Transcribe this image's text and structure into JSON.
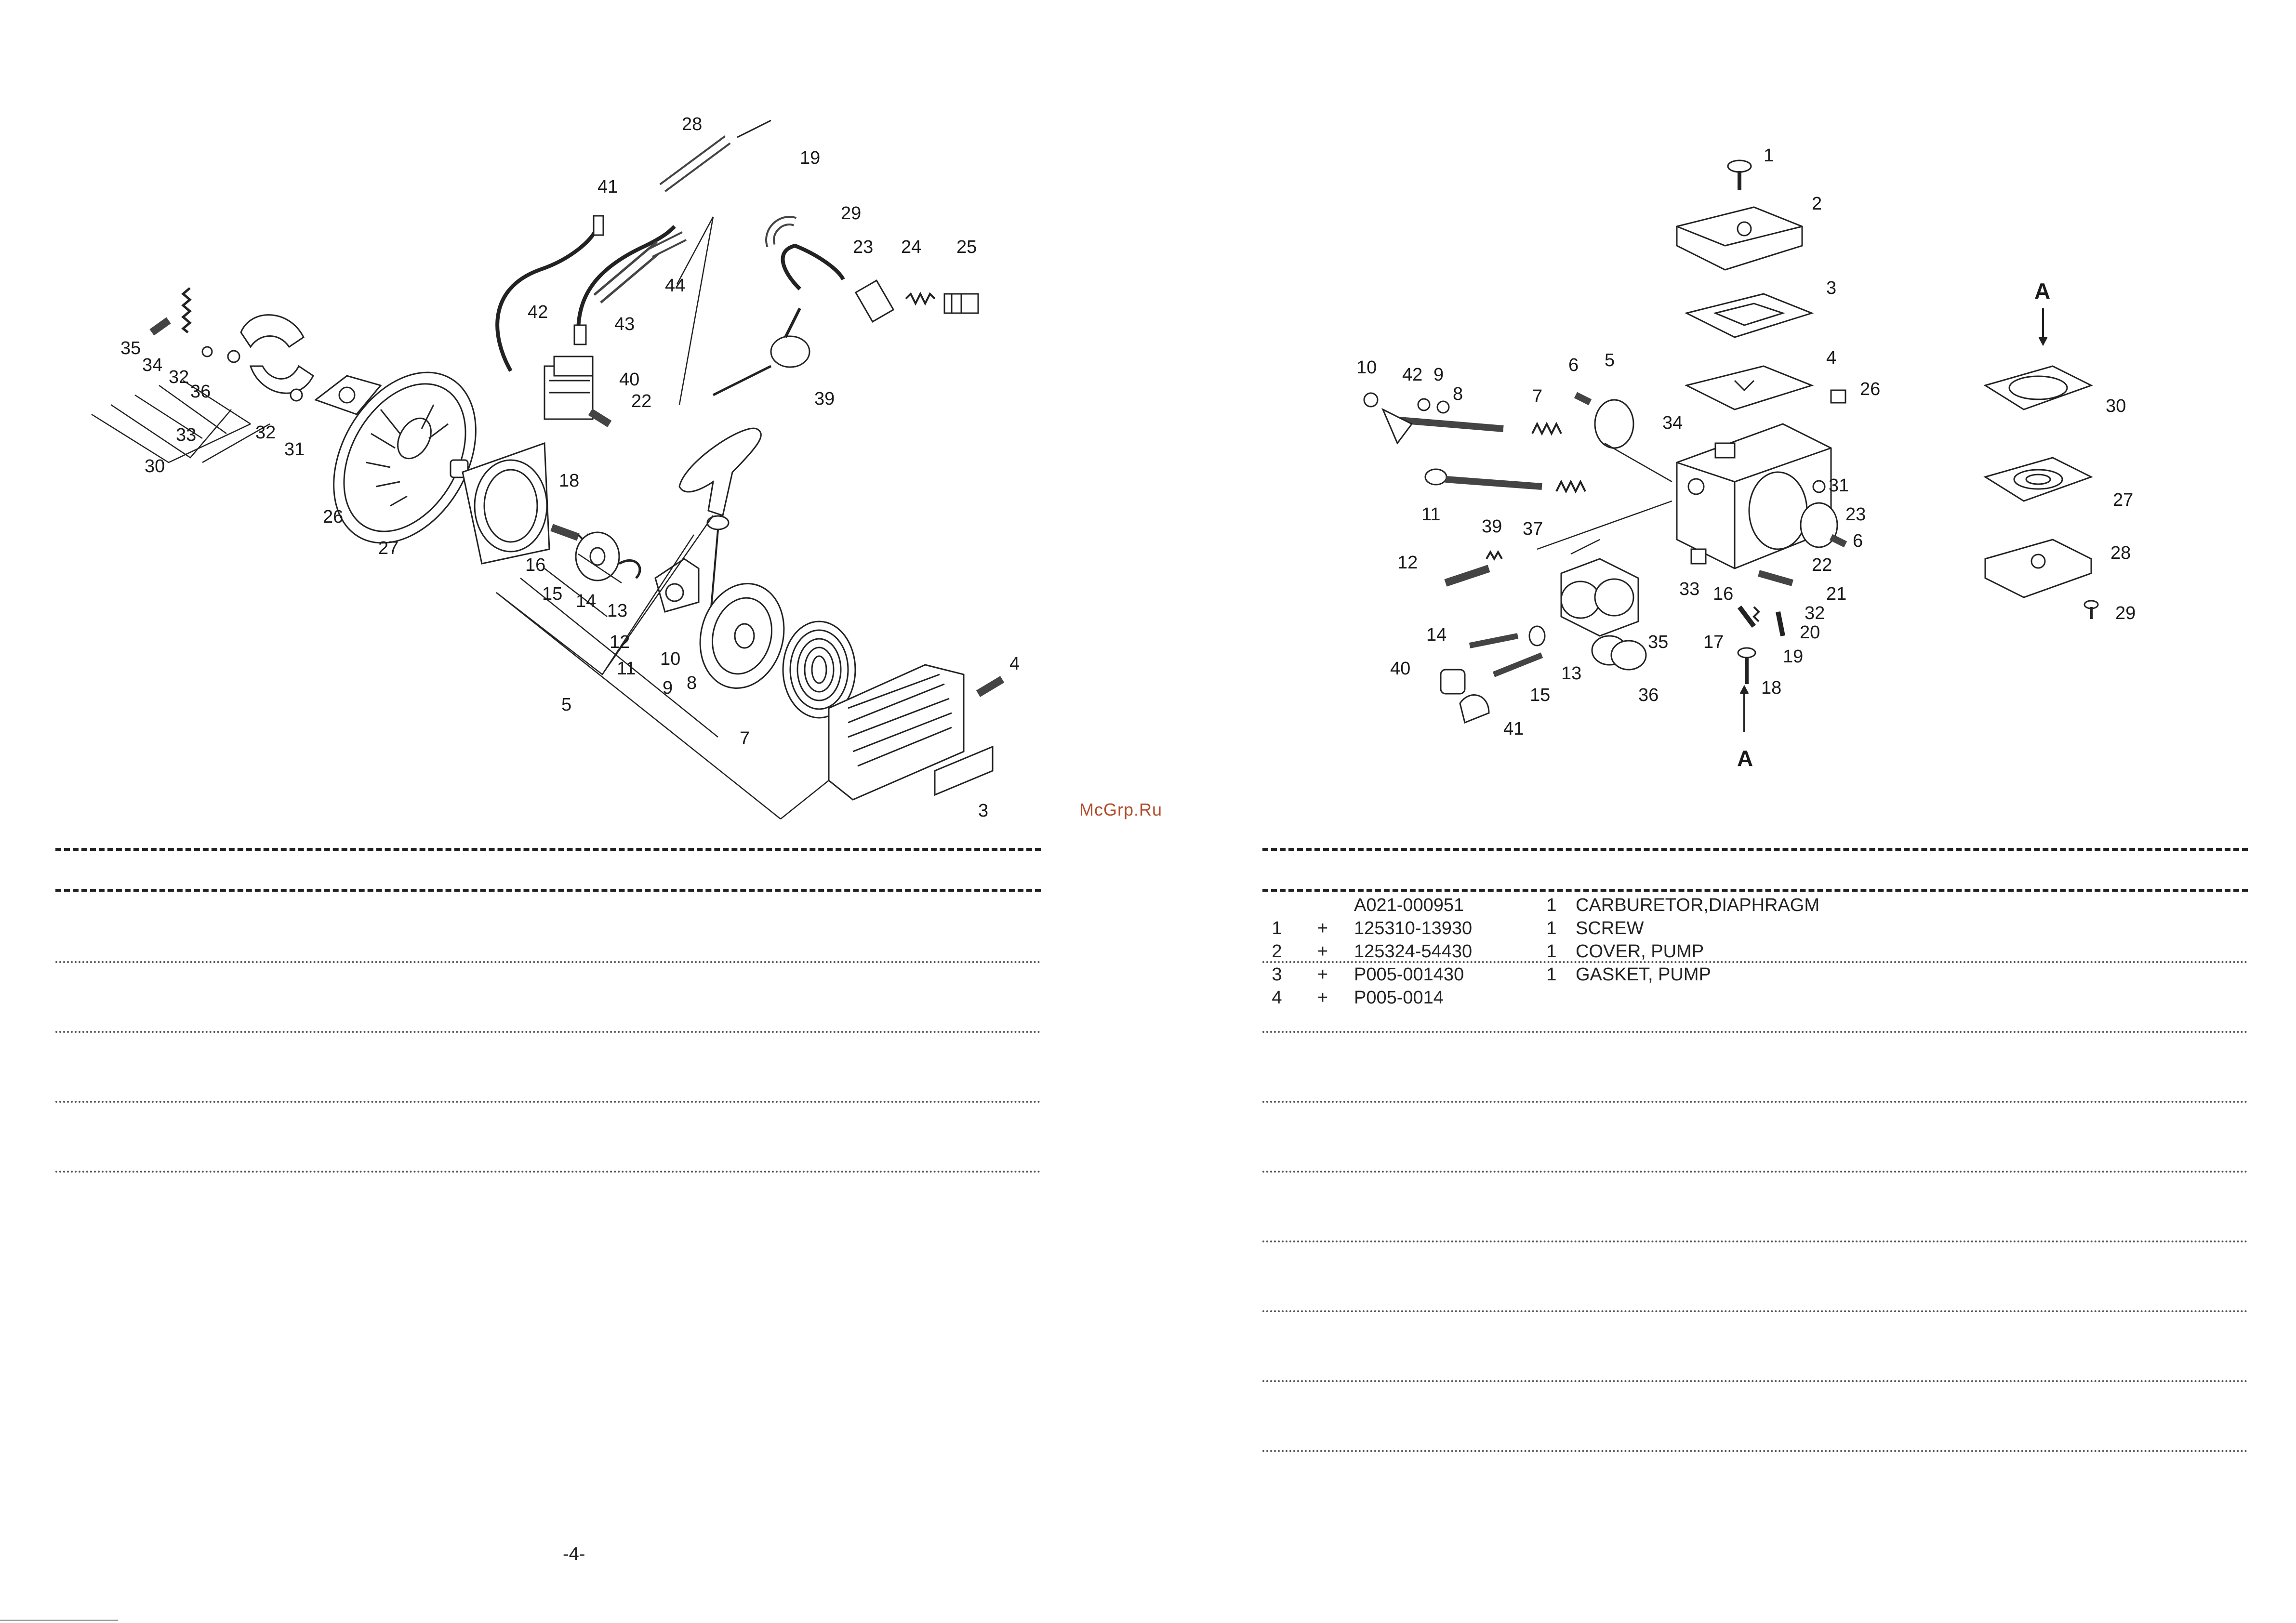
{
  "watermark": "McGrp.Ru",
  "page_number": "-4-",
  "left_diagram": {
    "callouts": [
      "28",
      "19",
      "41",
      "29",
      "23",
      "24",
      "25",
      "42",
      "43",
      "44",
      "40",
      "22",
      "39",
      "35",
      "34",
      "32",
      "36",
      "33",
      "32",
      "31",
      "30",
      "26",
      "27",
      "18",
      "16",
      "15",
      "14",
      "13",
      "12",
      "11",
      "10",
      "9",
      "8",
      "7",
      "5",
      "4",
      "3"
    ]
  },
  "right_diagram": {
    "callouts": [
      "1",
      "2",
      "3",
      "4",
      "26",
      "10",
      "42",
      "9",
      "8",
      "7",
      "6",
      "5",
      "34",
      "11",
      "39",
      "37",
      "12",
      "31",
      "23",
      "6",
      "22",
      "21",
      "33",
      "32",
      "16",
      "17",
      "20",
      "19",
      "18",
      "35",
      "14",
      "13",
      "40",
      "15",
      "36",
      "41"
    ],
    "section_marker": "A",
    "section_callouts": [
      "30",
      "27",
      "28",
      "29"
    ]
  },
  "parts_list": {
    "rows": [
      {
        "ref": "",
        "plus": "",
        "part": "A021-000951",
        "qty": "1",
        "desc": "CARBURETOR,DIAPHRAGM"
      },
      {
        "ref": "1",
        "plus": "+",
        "part": "125310-13930",
        "qty": "1",
        "desc": "SCREW"
      },
      {
        "ref": "2",
        "plus": "+",
        "part": "125324-54430",
        "qty": "1",
        "desc": "COVER, PUMP"
      },
      {
        "ref": "3",
        "plus": "+",
        "part": "P005-001430",
        "qty": "1",
        "desc": "GASKET, PUMP"
      },
      {
        "ref": "4",
        "plus": "+",
        "part": "P005-0014",
        "qty": "",
        "desc": ""
      }
    ]
  }
}
